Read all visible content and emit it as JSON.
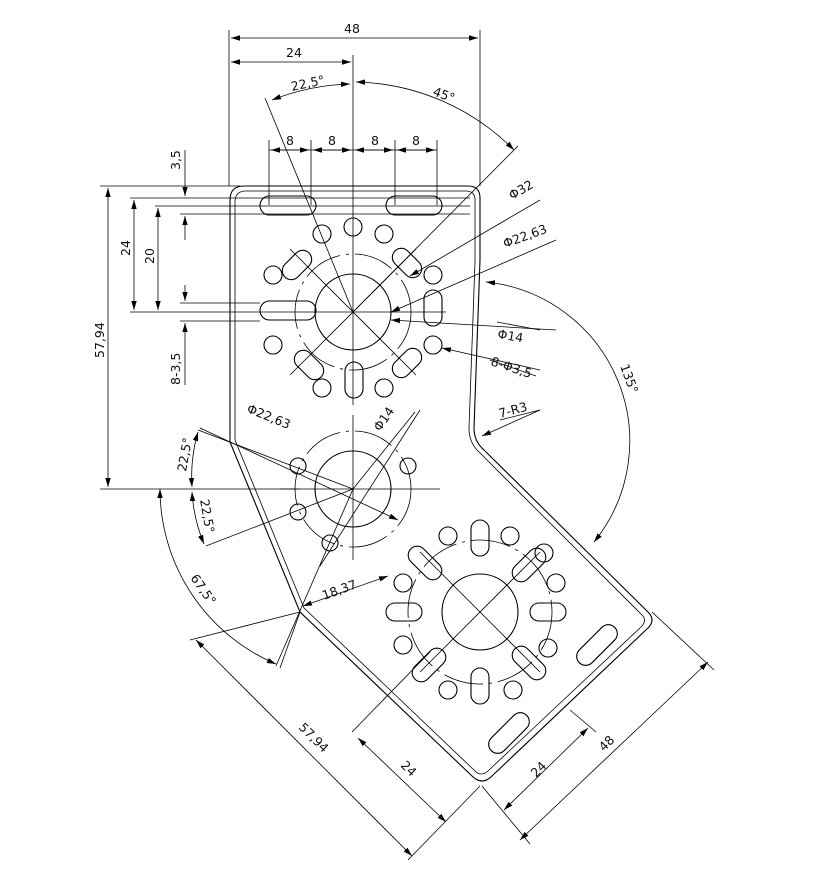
{
  "dimensions": {
    "top_width_48": "48",
    "top_width_24": "24",
    "slot_spacing": [
      "8",
      "8",
      "8",
      "8"
    ],
    "angle_22_5_top": "22,5°",
    "angle_45": "45°",
    "slot_width": "3,5",
    "height_24": "24",
    "height_20": "20",
    "height_57_94_left": "57,94",
    "slot_8x3_5_left": "8-3,5",
    "dia_32": "Φ32",
    "dia_22_63_top": "Φ22,63",
    "dia_14_top": "Φ14",
    "slot_8x3_5_right": "8-Φ3,5",
    "radius_7xR3": "7-R3",
    "angle_135": "135°",
    "dia_22_63_mid": "Φ22,63",
    "dia_14_mid": "Φ14",
    "angle_22_5_a": "22,5°",
    "angle_22_5_b": "22,5°",
    "angle_67_5": "67,5°",
    "len_18_37": "18,37",
    "len_57_94_bottom": "57,94",
    "width_24_bottom_left": "24",
    "width_24_bottom_right": "24",
    "width_48_bottom_right": "48"
  }
}
